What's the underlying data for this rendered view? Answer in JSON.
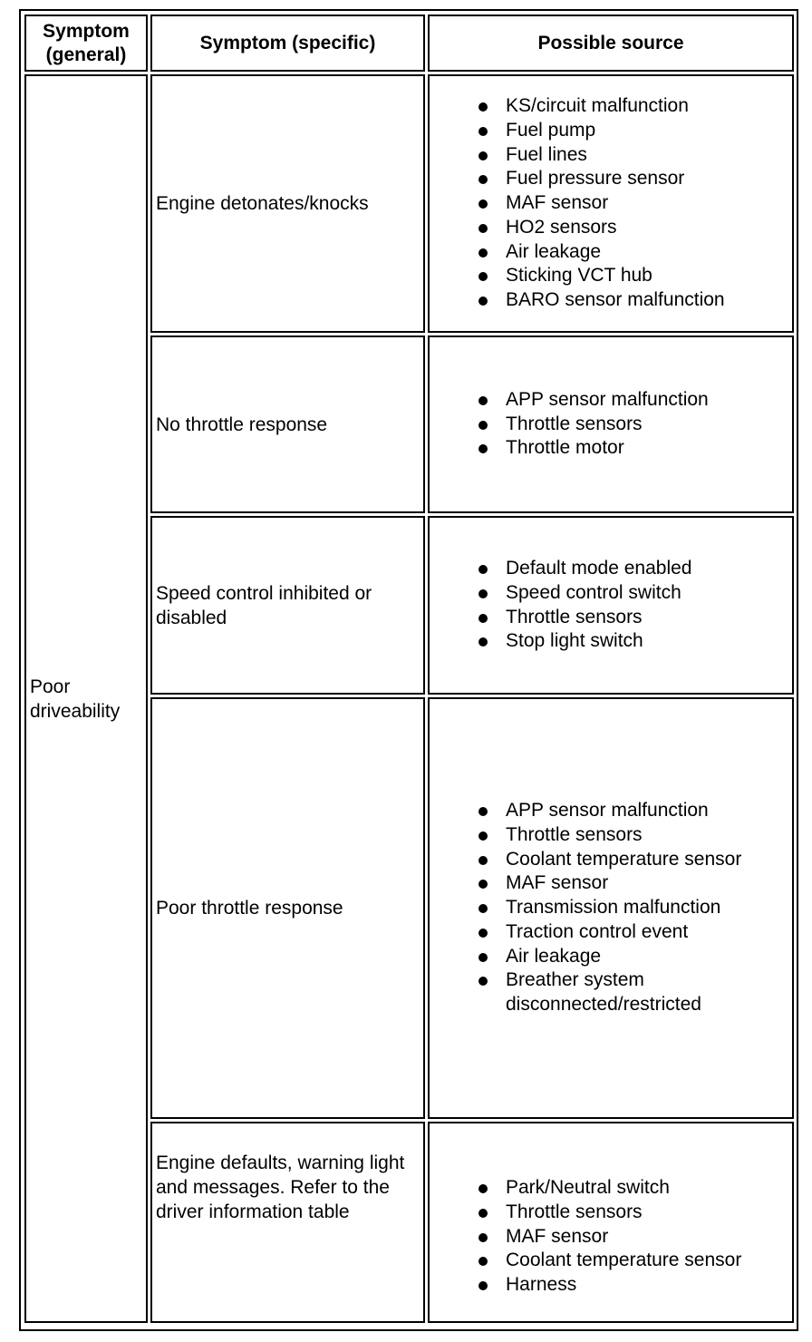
{
  "table": {
    "headers": {
      "general": "Symptom (general)",
      "specific": "Symptom (specific)",
      "source": "Possible source"
    },
    "general_symptom": "Poor driveability",
    "rows": [
      {
        "specific": "Engine detonates/knocks",
        "sources": [
          "KS/circuit malfunction",
          "Fuel pump",
          "Fuel lines",
          "Fuel pressure sensor",
          "MAF sensor",
          "HO2 sensors",
          "Air leakage",
          "Sticking VCT hub",
          "BARO sensor malfunction"
        ]
      },
      {
        "specific": "No throttle response",
        "sources": [
          "APP sensor malfunction",
          "Throttle sensors",
          "Throttle motor"
        ]
      },
      {
        "specific": "Speed control inhibited or disabled",
        "sources": [
          "Default mode enabled",
          "Speed control switch",
          "Throttle sensors",
          "Stop light switch"
        ]
      },
      {
        "specific": "Poor throttle response",
        "sources": [
          "APP sensor malfunction",
          "Throttle sensors",
          "Coolant temperature sensor",
          "MAF sensor",
          "Transmission malfunction",
          "Traction control event",
          "Air leakage",
          "Breather system disconnected/restricted"
        ]
      },
      {
        "specific": "Engine defaults, warning light and messages. Refer to the driver information table",
        "sources": [
          "Park/Neutral switch",
          "Throttle sensors",
          "MAF sensor",
          "Coolant temperature sensor",
          "Harness"
        ]
      }
    ]
  }
}
